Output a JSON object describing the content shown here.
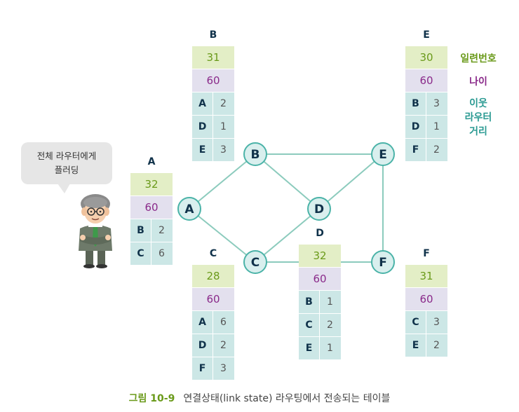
{
  "colors": {
    "edge": "#8ccbbd",
    "node_fill": "#d9efee",
    "node_stroke": "#4bb3a8",
    "node_text": "#10324a",
    "seq_text": "#6a9a1a",
    "age_text": "#8a2a8a",
    "neighbor_text": "#2a9a92"
  },
  "nodes": [
    {
      "id": "A",
      "label": "A"
    },
    {
      "id": "B",
      "label": "B"
    },
    {
      "id": "C",
      "label": "C"
    },
    {
      "id": "D",
      "label": "D"
    },
    {
      "id": "E",
      "label": "E"
    },
    {
      "id": "F",
      "label": "F"
    }
  ],
  "edges": [
    [
      "A",
      "B"
    ],
    [
      "A",
      "C"
    ],
    [
      "B",
      "E"
    ],
    [
      "B",
      "D"
    ],
    [
      "C",
      "D"
    ],
    [
      "C",
      "F"
    ],
    [
      "D",
      "E"
    ],
    [
      "E",
      "F"
    ]
  ],
  "tables": {
    "A": {
      "label": "A",
      "seq": "32",
      "age": "60",
      "neighbors": [
        {
          "id": "B",
          "dist": "2"
        },
        {
          "id": "C",
          "dist": "6"
        }
      ]
    },
    "B": {
      "label": "B",
      "seq": "31",
      "age": "60",
      "neighbors": [
        {
          "id": "A",
          "dist": "2"
        },
        {
          "id": "D",
          "dist": "1"
        },
        {
          "id": "E",
          "dist": "3"
        }
      ]
    },
    "C": {
      "label": "C",
      "seq": "28",
      "age": "60",
      "neighbors": [
        {
          "id": "A",
          "dist": "6"
        },
        {
          "id": "D",
          "dist": "2"
        },
        {
          "id": "F",
          "dist": "3"
        }
      ]
    },
    "D": {
      "label": "D",
      "seq": "32",
      "age": "60",
      "neighbors": [
        {
          "id": "B",
          "dist": "1"
        },
        {
          "id": "C",
          "dist": "2"
        },
        {
          "id": "E",
          "dist": "1"
        }
      ]
    },
    "E": {
      "label": "E",
      "seq": "30",
      "age": "60",
      "neighbors": [
        {
          "id": "B",
          "dist": "3"
        },
        {
          "id": "D",
          "dist": "1"
        },
        {
          "id": "F",
          "dist": "2"
        }
      ]
    },
    "F": {
      "label": "F",
      "seq": "31",
      "age": "60",
      "neighbors": [
        {
          "id": "C",
          "dist": "3"
        },
        {
          "id": "E",
          "dist": "2"
        }
      ]
    }
  },
  "legend": {
    "seq": "일련번호",
    "age": "나이",
    "neighbor_line1": "이웃",
    "neighbor_line2": "라우터",
    "neighbor_line3": "거리"
  },
  "speech": {
    "line1": "전체 라우터에게",
    "line2": "플러딩"
  },
  "caption": {
    "fig_number": "그림 10-9",
    "text": "연결상태(link state) 라우팅에서 전송되는 테이블"
  }
}
